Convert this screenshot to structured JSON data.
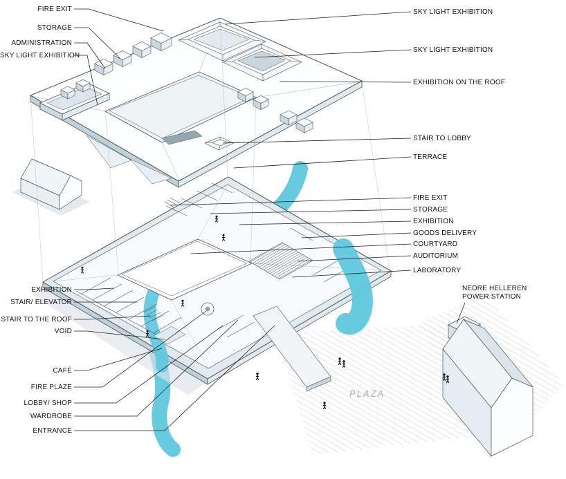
{
  "figure": {
    "type": "architectural exploded axonometric diagram",
    "levels": [
      "roof plate",
      "ground floor plate",
      "site with plaza and river"
    ]
  },
  "labels": {
    "roof_left": [
      "FIRE EXIT",
      "STORAGE",
      "ADMINISTRATION",
      "SKY LIGHT EXHIBITION"
    ],
    "roof_right": [
      "SKY LIGHT EXHIBITION",
      "SKY LIGHT EXHIBITION",
      "EXHIBITION ON THE ROOF",
      "STAIR TO LOBBY",
      "TERRACE"
    ],
    "floor_right": [
      "FIRE EXIT",
      "STORAGE",
      "EXHIBITION",
      "GOODS DELIVERY",
      "COURTYARD",
      "AUDITORIUM",
      "LABORATORY"
    ],
    "floor_left": [
      "EXHIBITION",
      "STAIR/ ELEVATOR",
      "STAIR TO THE ROOF",
      "VOID"
    ],
    "floor_bottom_left": [
      "CAFÉ",
      "FIRE PLAZE",
      "LOBBY/ SHOP",
      "WARDROBE",
      "ENTRANCE"
    ],
    "power_station": [
      "NEDRE HELLEREN",
      "POWER STATION"
    ],
    "plaza": "PLAZA"
  },
  "colors": {
    "river": "#5fc8de",
    "linework": "#46555f",
    "label_text": "#111111",
    "plaza_text": "#a7adb2",
    "hatch": "#c6ccd1"
  }
}
